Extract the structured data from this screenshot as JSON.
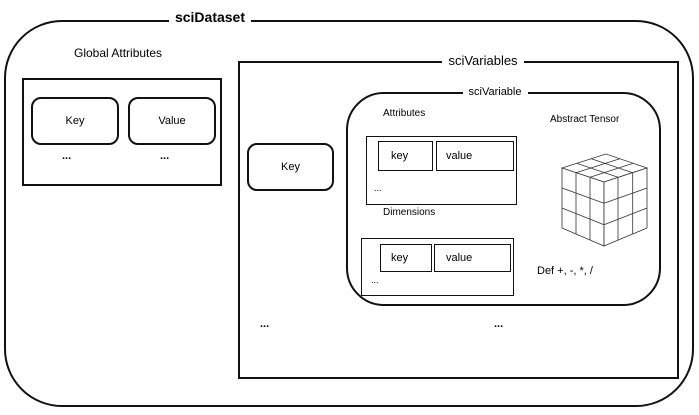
{
  "dataset": {
    "title": "sciDataset",
    "global_attributes": {
      "label": "Global Attributes",
      "key": "Key",
      "value": "Value",
      "ellipsis_1": "...",
      "ellipsis_2": "..."
    },
    "variables": {
      "label": "sciVariables",
      "key": "Key",
      "ellipsis_left": "...",
      "ellipsis_right": "...",
      "variable": {
        "label": "sciVariable",
        "attributes": {
          "label": "Attributes",
          "key": "key",
          "value": "value",
          "ellipsis": "..."
        },
        "dimensions": {
          "label": "Dimensions",
          "key": "key",
          "value": "value",
          "ellipsis": "..."
        },
        "tensor": {
          "label": "Abstract Tensor",
          "ops": "Def +, -, *, /"
        }
      }
    }
  }
}
